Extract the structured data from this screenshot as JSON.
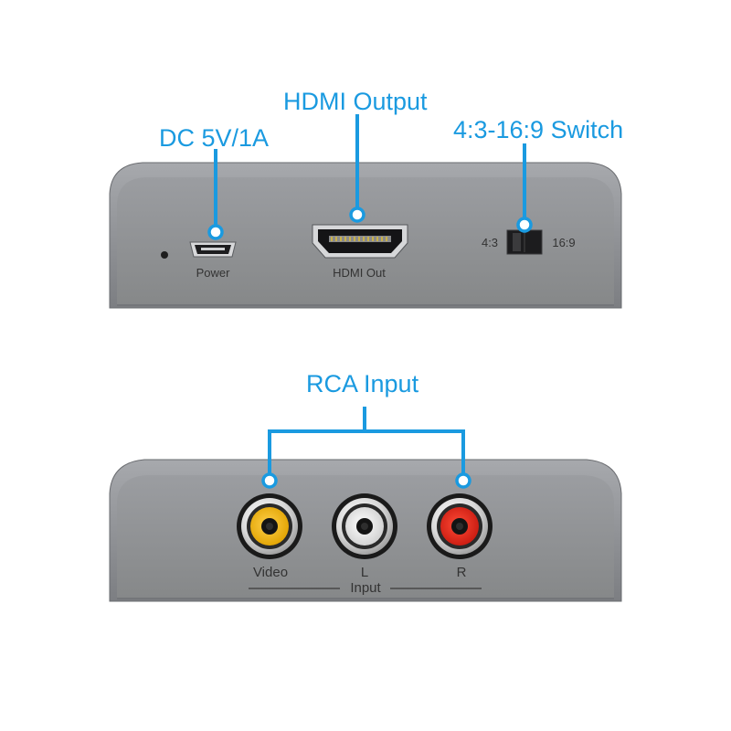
{
  "callouts": {
    "dc_power": "DC 5V/1A",
    "hdmi_output": "HDMI Output",
    "aspect_switch": "4:3-16:9 Switch",
    "rca_input": "RCA Input"
  },
  "top_panel": {
    "power_label": "Power",
    "hdmi_label": "HDMI Out",
    "switch_left_label": "4:3",
    "switch_right_label": "16:9"
  },
  "bottom_panel": {
    "video_label": "Video",
    "left_label": "L",
    "right_label": "R",
    "group_label": "Input"
  },
  "colors": {
    "accent": "#1a9ae0",
    "panel_face": "#8e9094",
    "panel_edge": "#6f7175",
    "video_jack": "#f2b400",
    "left_jack": "#ececec",
    "right_jack": "#e02a1c"
  },
  "icons": [
    "led-indicator-icon",
    "micro-usb-port-icon",
    "hdmi-port-icon",
    "slide-switch-icon",
    "rca-jack-icon"
  ]
}
